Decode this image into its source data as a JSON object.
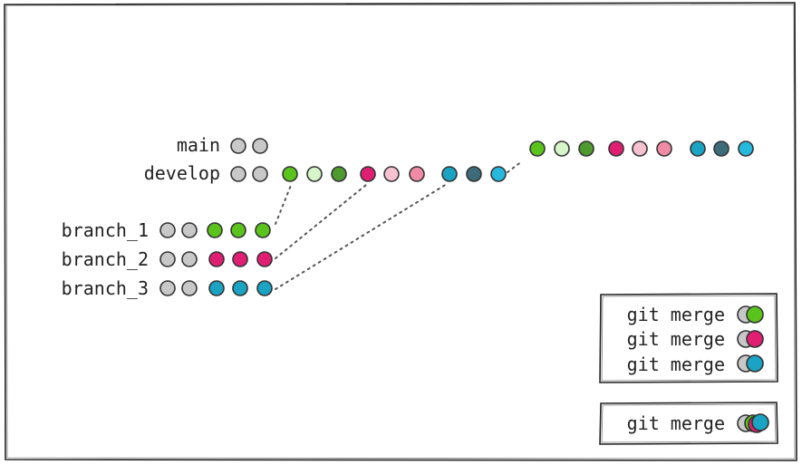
{
  "branches": {
    "main": {
      "label": "main",
      "commits": [
        "#c8c8c8",
        "#c8c8c8"
      ]
    },
    "develop": {
      "label": "develop",
      "commits": [
        "#c8c8c8",
        "#c8c8c8",
        "#5bc41c",
        "#d6f5c8",
        "#4f9a2e",
        "#e01f73",
        "#f7c1cf",
        "#f08aa5",
        "#1aa3c2",
        "#3e6b7a",
        "#26b8dd"
      ]
    },
    "branch_1": {
      "label": "branch_1",
      "commits": [
        "#c8c8c8",
        "#c8c8c8",
        "#5bc41c",
        "#5bc41c",
        "#5bc41c"
      ]
    },
    "branch_2": {
      "label": "branch_2",
      "commits": [
        "#c8c8c8",
        "#c8c8c8",
        "#e01f73",
        "#e01f73",
        "#e01f73"
      ]
    },
    "branch_3": {
      "label": "branch_3",
      "commits": [
        "#c8c8c8",
        "#c8c8c8",
        "#1aa3c2",
        "#1aa3c2",
        "#1aa3c2"
      ]
    }
  },
  "main_merged_commits": [
    "#5bc41c",
    "#d6f5c8",
    "#4f9a2e",
    "#e01f73",
    "#f7c1cf",
    "#f08aa5",
    "#1aa3c2",
    "#3e6b7a",
    "#26b8dd"
  ],
  "legend_individual": [
    {
      "label": "git merge",
      "icon": "merge-green-icon",
      "color": "#5bc41c"
    },
    {
      "label": "git merge",
      "icon": "merge-pink-icon",
      "color": "#e01f73"
    },
    {
      "label": "git merge",
      "icon": "merge-blue-icon",
      "color": "#1aa3c2"
    }
  ],
  "legend_combined": {
    "label": "git merge",
    "icon": "merge-combined-icon",
    "colors": [
      "#5bc41c",
      "#e01f73",
      "#1aa3c2"
    ]
  },
  "colors": {
    "base": "#c8c8c8",
    "stroke": "#333333",
    "green": "#5bc41c",
    "pink": "#e01f73",
    "blue": "#1aa3c2"
  }
}
